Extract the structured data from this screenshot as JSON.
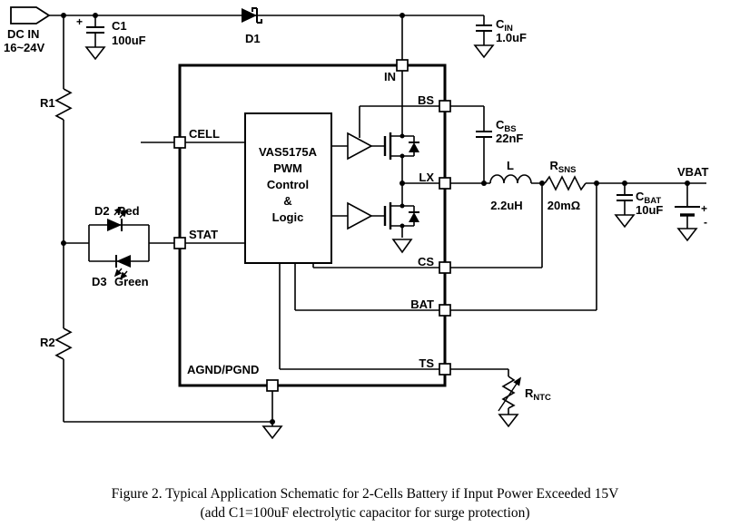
{
  "input": {
    "line1": "DC IN",
    "line2": "16~24V"
  },
  "ic": {
    "name": "VAS5175A",
    "line2": "PWM",
    "line3": "Control",
    "line4": "&",
    "line5": "Logic"
  },
  "pins": {
    "in": "IN",
    "cell": "CELL",
    "stat": "STAT",
    "agnd": "AGND/PGND",
    "bs": "BS",
    "lx": "LX",
    "cs": "CS",
    "bat": "BAT",
    "ts": "TS"
  },
  "components": {
    "c1": {
      "name": "C1",
      "value": "100uF",
      "polarity": "+"
    },
    "d1": {
      "name": "D1"
    },
    "cin": {
      "prefix": "C",
      "sub": "IN",
      "value": "1.0uF"
    },
    "cbs": {
      "prefix": "C",
      "sub": "BS",
      "value": "22nF"
    },
    "inductor": {
      "name": "L",
      "value": "2.2uH"
    },
    "rsns": {
      "prefix": "R",
      "sub": "SNS",
      "value": "20mΩ"
    },
    "cbat": {
      "prefix": "C",
      "sub": "BAT",
      "value": "10uF"
    },
    "rntc": {
      "prefix": "R",
      "sub": "NTC"
    },
    "r1": {
      "name": "R1"
    },
    "r2": {
      "name": "R2"
    },
    "d2": {
      "name": "D2",
      "color": "Red"
    },
    "d3": {
      "name": "D3",
      "color": "Green"
    }
  },
  "output": {
    "label": "VBAT",
    "battery_plus": "+",
    "battery_minus": "-"
  },
  "caption": {
    "line1": "Figure 2. Typical Application Schematic for 2-Cells Battery if Input Power Exceeded 15V",
    "line2": "(add C1=100uF electrolytic capacitor for surge protection)"
  }
}
